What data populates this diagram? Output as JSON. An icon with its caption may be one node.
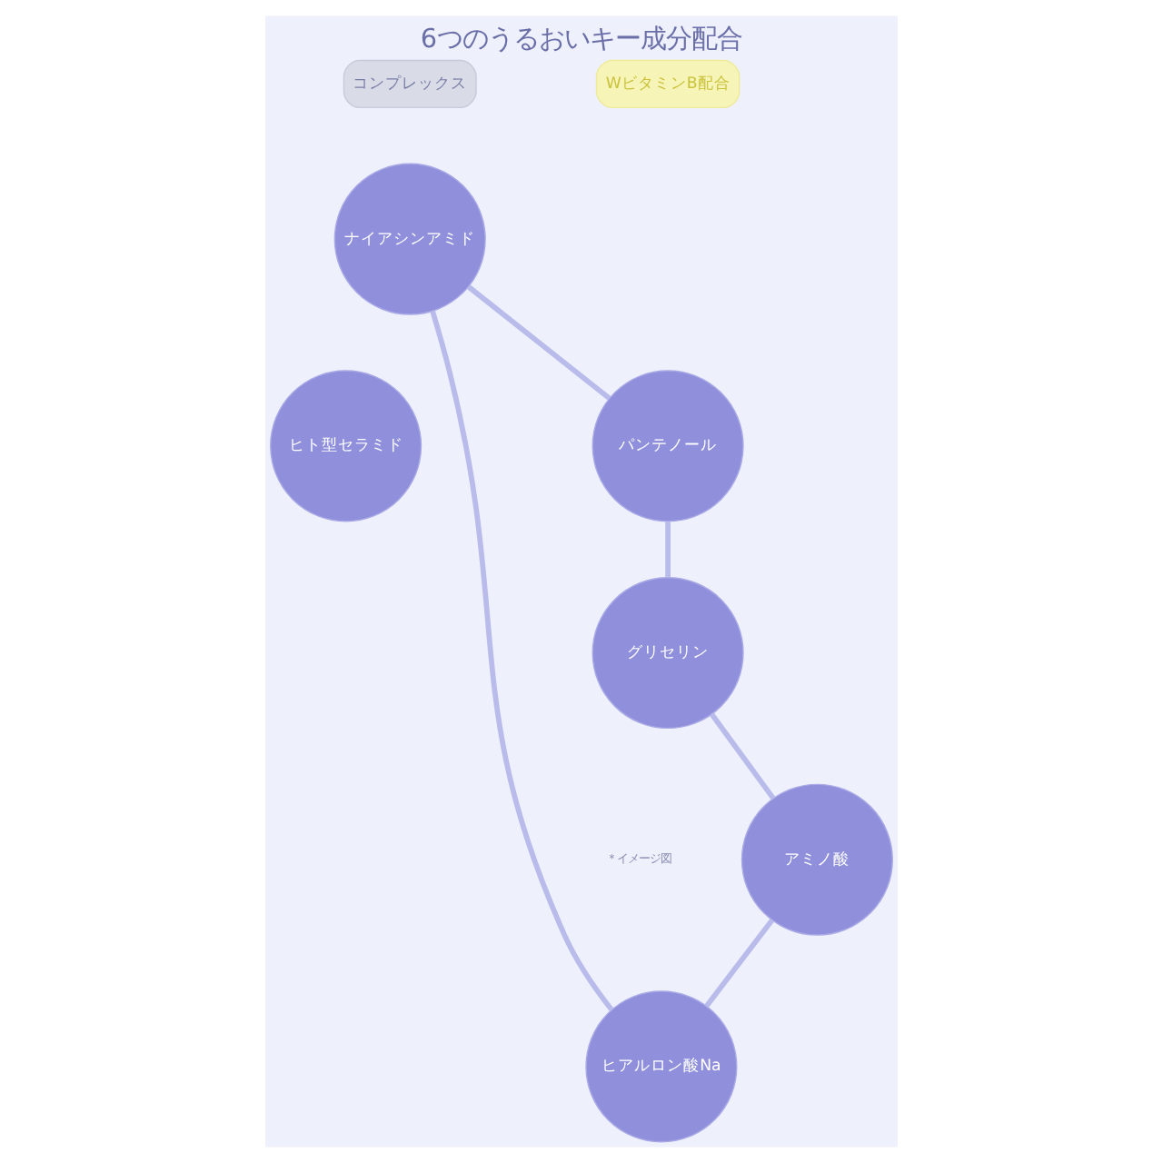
{
  "diagram": {
    "title": "6つのうるおいキー成分配合",
    "nodes": [
      {
        "text": [
          "コンプレックス"
        ]
      },
      {
        "text": [
          "WビタミンB配合"
        ]
      },
      {
        "text": [
          "ナイアシンアミド"
        ]
      },
      {
        "text": [
          "ヒアルロン酸Na"
        ]
      },
      {
        "text": [
          "ヒト型セラミド"
        ]
      },
      {
        "text": [
          "パンテノール"
        ]
      },
      {
        "text": [
          "アミノ酸"
        ]
      },
      {
        "text": [
          "グリセリン"
        ]
      }
    ],
    "edges": [
      {
        "from": 2,
        "to": 5,
        "arrow": "none"
      },
      {
        "from": 5,
        "to": 7,
        "arrow": "none"
      },
      {
        "from": 7,
        "to": 6,
        "arrow": "none"
      },
      {
        "from": 6,
        "to": 3,
        "arrow": "none"
      },
      {
        "from": 3,
        "to": 2,
        "arrow": "none"
      }
    ],
    "labels": [
      "＊イメージ図"
    ]
  }
}
